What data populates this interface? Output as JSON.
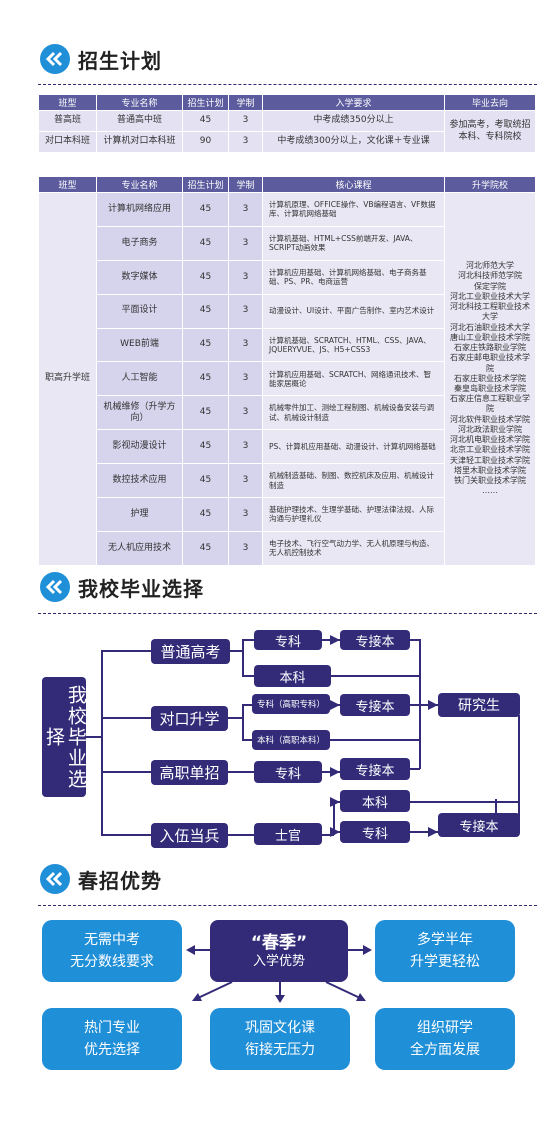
{
  "sections": {
    "plan": "招生计划",
    "choice": "我校毕业选择",
    "advantage": "春招优势"
  },
  "table1": {
    "headers": [
      "班型",
      "专业名称",
      "招生计划",
      "学制",
      "入学要求",
      "毕业去向"
    ],
    "rows": [
      {
        "type": "普高班",
        "major": "普通高中班",
        "plan": "45",
        "years": "3",
        "req": "中考成绩350分以上"
      },
      {
        "type": "对口本科班",
        "major": "计算机对口本科班",
        "plan": "90",
        "years": "3",
        "req": "中考成绩300分以上，文化课＋专业课"
      }
    ],
    "destination": "参加高考，考取统招本科、专科院校"
  },
  "table2": {
    "headers": [
      "班型",
      "专业名称",
      "招生计划",
      "学制",
      "核心课程",
      "升学院校"
    ],
    "type": "职高升学班",
    "rows": [
      {
        "major": "计算机网络应用",
        "plan": "45",
        "years": "3",
        "core": "计算机原理、OFFICE操作、VB编程语言、VF数据库、计算机网络基础"
      },
      {
        "major": "电子商务",
        "plan": "45",
        "years": "3",
        "core": "计算机基础、HTML+CSS前端开发、JAVA、SCRIPT动画效果"
      },
      {
        "major": "数字媒体",
        "plan": "45",
        "years": "3",
        "core": "计算机应用基础、计算机网络基础、电子商务基础、PS、PR、电商运营"
      },
      {
        "major": "平面设计",
        "plan": "45",
        "years": "3",
        "core": "动漫设计、UI设计、平面广告制作、室内艺术设计"
      },
      {
        "major": "WEB前端",
        "plan": "45",
        "years": "3",
        "core": "计算机基础、SCRATCH、HTML、CSS、JAVA、JQUERYVUE、JS、H5+CSS3"
      },
      {
        "major": "人工智能",
        "plan": "45",
        "years": "3",
        "core": "计算机应用基础、SCRATCH、网络通讯技术、智能家居概论"
      },
      {
        "major": "机械维修（升学方向）",
        "plan": "45",
        "years": "3",
        "core": "机械零件加工、测绘工程制图、机械设备安装与调试、机械设计制造"
      },
      {
        "major": "影视动漫设计",
        "plan": "45",
        "years": "3",
        "core": "PS、计算机应用基础、动漫设计、计算机网络基础"
      },
      {
        "major": "数控技术应用",
        "plan": "45",
        "years": "3",
        "core": "机械制造基础、制图、数控机床及应用、机械设计制造"
      },
      {
        "major": "护理",
        "plan": "45",
        "years": "3",
        "core": "基础护理技术、生理学基础、护理法律法规、人际沟通与护理礼仪"
      },
      {
        "major": "无人机应用技术",
        "plan": "45",
        "years": "3",
        "core": "电子技术、飞行空气动力学、无人机原理与构造、无人机控制技术"
      }
    ],
    "schools": [
      "河北师范大学",
      "河北科技师范学院",
      "保定学院",
      "河北工业职业技术大学",
      "河北科技工程职业技术大学",
      "河北石油职业技术大学",
      "唐山工业职业技术学院",
      "石家庄铁路职业学院",
      "石家庄邮电职业技术学院",
      "石家庄职业技术学院",
      "秦皇岛职业技术学院",
      "石家庄信息工程职业学院",
      "河北软件职业技术学院",
      "河北政法职业学院",
      "河北机电职业技术学院",
      "北京工业职业技术学院",
      "天津轻工职业技术学院",
      "塔里木职业技术学院",
      "铁门关职业技术学院",
      "……"
    ]
  },
  "choice_diagram": {
    "root": "我校毕业选择",
    "routes": [
      "普通高考",
      "对口升学",
      "高职单招",
      "入伍当兵"
    ],
    "nodes": {
      "zhuanke": "专科",
      "zhuanjieben1": "专接本",
      "benke1": "本科",
      "gaozhi_zhuanke": "专科（高职专科）",
      "zhuanjieben2": "专接本",
      "gaozhi_benke": "本科（高职本科）",
      "yanjiusheng": "研究生",
      "danzhao_zhuanke": "专科",
      "zhuanjieben3": "专接本",
      "shiguan": "士官",
      "benke2": "本科",
      "zhuanke2": "专科",
      "zhuanjieben4": "专接本"
    }
  },
  "advantages": {
    "center_title": "“春季”",
    "center_sub": "入学优势",
    "items": [
      [
        "无需中考",
        "无分数线要求"
      ],
      [
        "多学半年",
        "升学更轻松"
      ],
      [
        "热门专业",
        "优先选择"
      ],
      [
        "巩固文化课",
        "衔接无压力"
      ],
      [
        "组织研学",
        "全方面发展"
      ]
    ]
  },
  "colors": {
    "accent": "#1f8fd8",
    "navy": "#332b78",
    "header": "#5b5b9e"
  }
}
